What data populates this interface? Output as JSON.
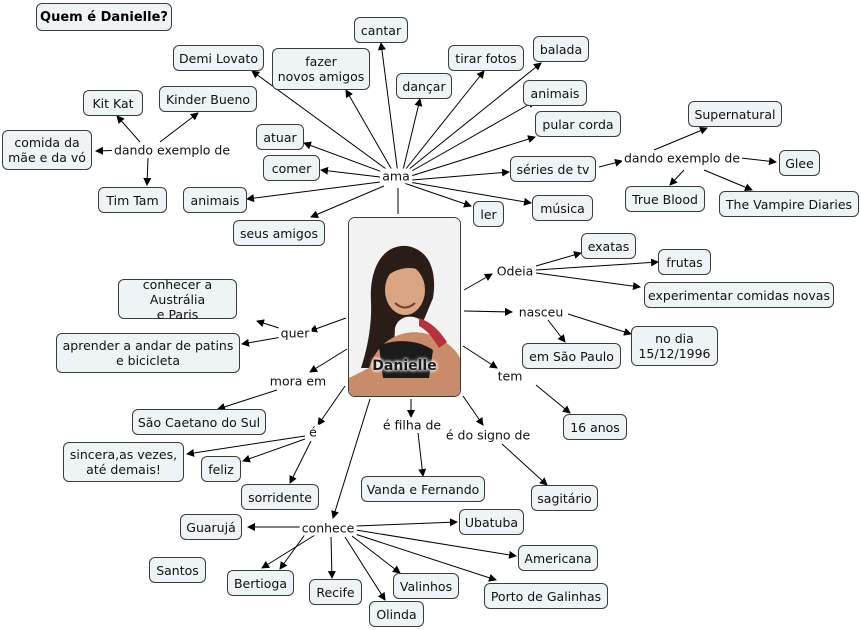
{
  "title": "Quem é Danielle?",
  "center": {
    "caption": "Danielle"
  },
  "linking_phrases": {
    "ama": "ama",
    "dando_1": "dando exemplo de",
    "dando_2": "dando exemplo de",
    "odeia": "Odeia",
    "nasceu": "nasceu",
    "quer": "quer",
    "mora": "mora em",
    "tem": "tem",
    "e": "é",
    "filha": "é filha de",
    "signo": "é do signo de",
    "conhece": "conhece"
  },
  "concepts": {
    "cantar": "cantar",
    "demi": "Demi Lovato",
    "fazer": "fazer\nnovos amigos",
    "dancar": "dançar",
    "tirar": "tirar fotos",
    "balada": "balada",
    "animais_r": "animais",
    "pular": "pular corda",
    "series": "séries de tv",
    "musica": "música",
    "ler": "ler",
    "atuar": "atuar",
    "comer": "comer",
    "animais_l": "animais",
    "amigos": "seus amigos",
    "kitkat": "Kit Kat",
    "kinder": "Kinder Bueno",
    "comida": "comida da\nmãe e da vó",
    "timtam": "Tim Tam",
    "supernatural": "Supernatural",
    "glee": "Glee",
    "trueblood": "True Blood",
    "vampire": "The Vampire Diaries",
    "exatas": "exatas",
    "frutas": "frutas",
    "experimentar": "experimentar comidas novas",
    "dia": "no dia\n15/12/1996",
    "saopaulo": "em São Paulo",
    "australia": "conhecer a Austrália\ne Paris",
    "patins": "aprender a andar de patins\ne bicicleta",
    "caetano": "São Caetano do Sul",
    "anos": "16 anos",
    "sincera": "sincera,as vezes,\naté demais!",
    "feliz": "feliz",
    "sorridente": "sorridente",
    "vanda": "Vanda e Fernando",
    "sagitario": "sagitário",
    "guaruja": "Guarujá",
    "ubatuba": "Ubatuba",
    "americana": "Americana",
    "santos": "Santos",
    "bertioga": "Bertioga",
    "recife": "Recife",
    "olinda": "Olinda",
    "valinhos": "Valinhos",
    "porto": "Porto de Galinhas"
  }
}
